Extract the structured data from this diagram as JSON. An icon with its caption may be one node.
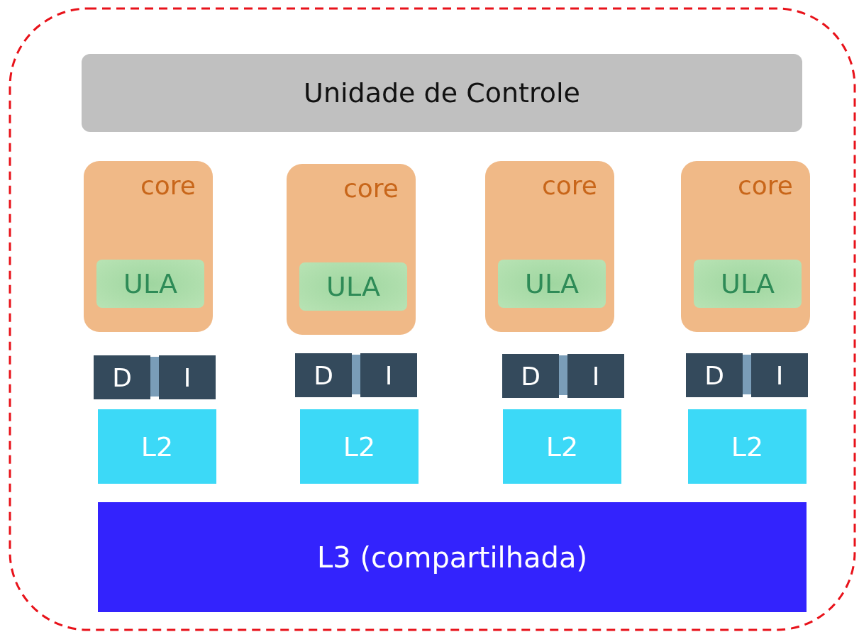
{
  "diagram": {
    "nodes": [
      {
        "text": [],
        "shape": "box"
      },
      {
        "text": [
          "Unidade de Controle"
        ],
        "in": 0
      },
      {
        "text": [
          "core"
        ],
        "in": 0
      },
      {
        "text": [
          "ULA"
        ],
        "in": 2
      },
      {
        "text": [
          "core"
        ],
        "in": 0
      },
      {
        "text": [
          "ULA"
        ],
        "in": 4
      },
      {
        "text": [
          "core"
        ],
        "in": 0
      },
      {
        "text": [
          "ULA"
        ],
        "in": 6
      },
      {
        "text": [
          "core"
        ],
        "in": 0
      },
      {
        "text": [
          "ULA"
        ],
        "in": 8
      },
      {
        "text": [],
        "shape": "box",
        "in": 0
      },
      {
        "text": [
          "D"
        ],
        "in": 0
      },
      {
        "text": [
          "I"
        ],
        "in": 0
      },
      {
        "text": [],
        "shape": "box",
        "in": 0
      },
      {
        "text": [
          "D"
        ],
        "in": 0
      },
      {
        "text": [
          "I"
        ],
        "in": 0
      },
      {
        "text": [],
        "shape": "box",
        "in": 0
      },
      {
        "text": [
          "D"
        ],
        "in": 0
      },
      {
        "text": [
          "I"
        ],
        "in": 0
      },
      {
        "text": [],
        "shape": "box",
        "in": 0
      },
      {
        "text": [
          "D"
        ],
        "in": 0
      },
      {
        "text": [
          "I"
        ],
        "in": 0
      },
      {
        "text": [
          "L2"
        ],
        "in": 0
      },
      {
        "text": [
          "L2"
        ],
        "in": 0
      },
      {
        "text": [
          "L2"
        ],
        "in": 0
      },
      {
        "text": [
          "L2"
        ],
        "in": 0
      },
      {
        "text": [
          "L3 (compartilhada)"
        ],
        "in": 0
      }
    ]
  }
}
